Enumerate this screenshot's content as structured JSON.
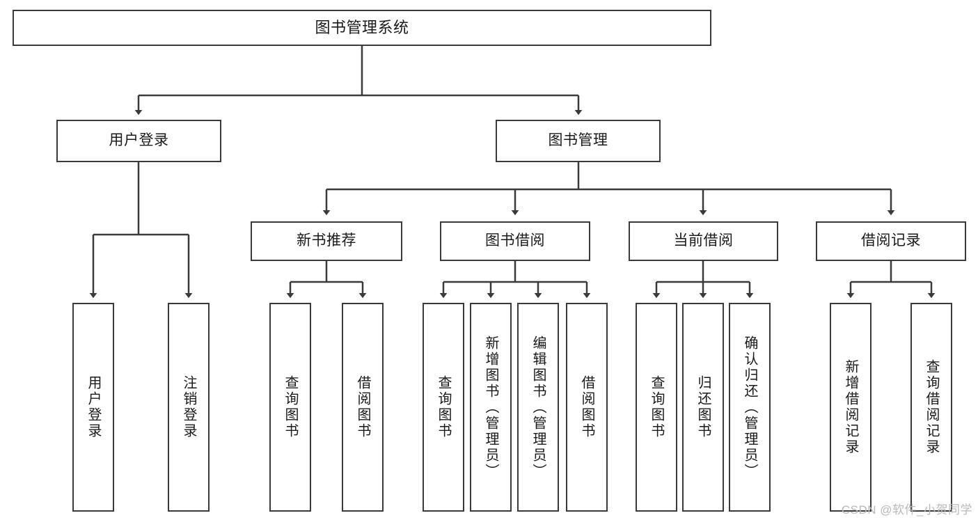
{
  "diagram": {
    "title": "图书管理系统",
    "type": "tree-hierarchy-diagram",
    "watermark": "CSDN @软件_小贺同学",
    "colors": {
      "background": "#ffffff",
      "box_border": "#3a3a3a",
      "box_fill": "#ffffff",
      "connector": "#3a3a3a",
      "text": "#1a1a1a",
      "watermark": "#b9b9b9"
    },
    "nodes": {
      "root": {
        "label": "图书管理系统"
      },
      "level2": [
        {
          "label": "用户登录"
        },
        {
          "label": "图书管理"
        }
      ],
      "level3": [
        {
          "label": "新书推荐"
        },
        {
          "label": "图书借阅"
        },
        {
          "label": "当前借阅"
        },
        {
          "label": "借阅记录"
        }
      ],
      "leaves_user_login": [
        {
          "label": "用户登录"
        },
        {
          "label": "注销登录"
        }
      ],
      "leaves_new_book": [
        {
          "label": "查询图书"
        },
        {
          "label": "借阅图书"
        }
      ],
      "leaves_borrow": [
        {
          "label": "查询图书"
        },
        {
          "label": "新增图书（管理员）"
        },
        {
          "label": "编辑图书（管理员）"
        },
        {
          "label": "借阅图书"
        }
      ],
      "leaves_current": [
        {
          "label": "查询图书"
        },
        {
          "label": "归还图书"
        },
        {
          "label": "确认归还（管理员）"
        }
      ],
      "leaves_records": [
        {
          "label": "新增借阅记录"
        },
        {
          "label": "查询借阅记录"
        }
      ]
    }
  }
}
